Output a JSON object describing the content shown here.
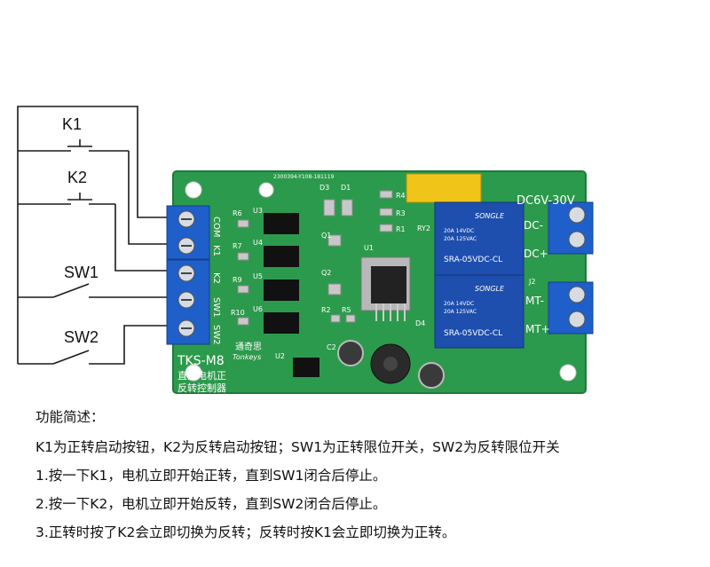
{
  "switch_labels": [
    "K1",
    "K2",
    "SW1",
    "SW2"
  ],
  "board": {
    "model": "TKS-M8",
    "brand_cn": "通奇思",
    "brand_en": "Tonkeys",
    "name_line1": "直流电机正",
    "name_line2": "反转控制器",
    "serial": "2300394-Y108-181119",
    "input_terminal_labels": [
      "COM",
      "K1",
      "K2",
      "SW1",
      "SW2"
    ],
    "power_label": "DC6V-30V",
    "dc_minus": "DC-",
    "dc_plus": "DC+",
    "mt_minus": "MT-",
    "mt_plus": "MT+",
    "refs": {
      "d3": "D3",
      "d1": "D1",
      "r4": "R4",
      "r3": "R3",
      "r1": "R1",
      "r6": "R6",
      "r7": "R7",
      "r9": "R9",
      "r10": "R10",
      "u3": "U3",
      "u4": "U4",
      "u5": "U5",
      "u6": "U6",
      "q1": "Q1",
      "q2": "Q2",
      "u1": "U1",
      "r2": "R2",
      "r5": "R5",
      "u2": "U2",
      "c2": "C2",
      "d4": "D4",
      "ry2": "RY2",
      "j2": "J2"
    },
    "relay": {
      "brand": "SONGLE",
      "spec1": "20A 14VDC",
      "spec2": "20A 125VAC",
      "model": "SRA-05VDC-CL"
    }
  },
  "description": {
    "heading": "功能简述：",
    "line1": "K1为正转启动按钮，K2为反转启动按钮；SW1为正转限位开关，SW2为反转限位开关",
    "line2": "1.按一下K1，电机立即开始正转，直到SW1闭合后停止。",
    "line3": "2.按一下K2，电机立即开始反转，直到SW2闭合后停止。",
    "line4": "3.正转时按了K2会立即切换为反转；反转时按K1会立即切换为正转。"
  },
  "colors": {
    "pcb": "#2c9a4c",
    "silk": "#ffffff",
    "terminal": "#1f5fc9",
    "relay": "#1e4fae",
    "capacitor_yellow": "#f0c419"
  }
}
